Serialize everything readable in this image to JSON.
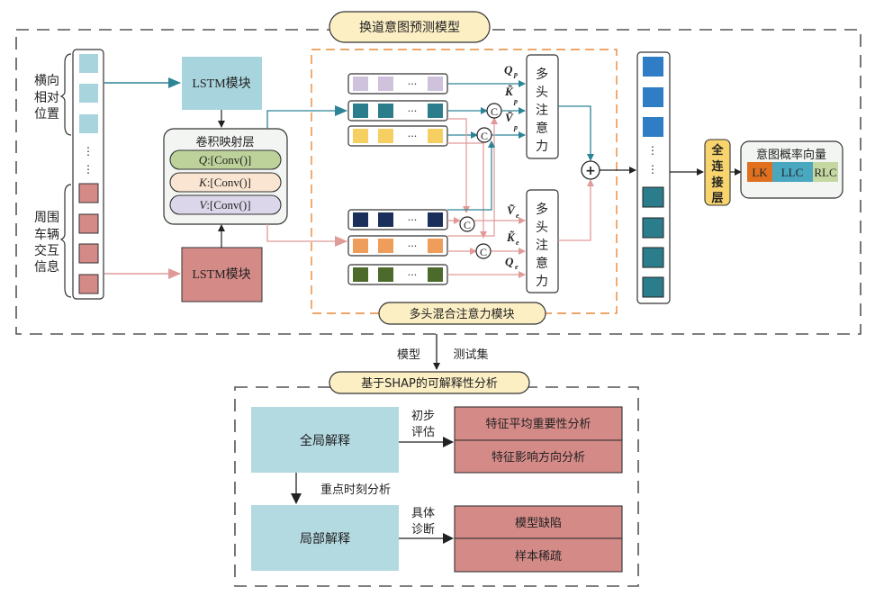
{
  "title_top": "换道意图预测模型",
  "left_inputs": {
    "group1_label": [
      "横向",
      "相对",
      "位置"
    ],
    "group2_label": [
      "周围",
      "车辆",
      "交互",
      "信息"
    ],
    "group1_color": "#a8d4de",
    "group2_color": "#d48a87"
  },
  "lstm_top": {
    "label": "LSTM模块",
    "color": "#a8d4de"
  },
  "lstm_bottom": {
    "label": "LSTM模块",
    "color": "#d48a87"
  },
  "conv_layer": {
    "title": "卷积映射层",
    "items": [
      {
        "var": "Q",
        "label": ":[Conv()]",
        "color": "#bdd29a"
      },
      {
        "var": "K",
        "label": ":[Conv()]",
        "color": "#fae5d2"
      },
      {
        "var": "V",
        "label": ":[Conv()]",
        "color": "#dcd6ea"
      }
    ]
  },
  "mixed_attention": {
    "title": "多头混合注意力模块",
    "top_rows": [
      {
        "name": "Q-p",
        "color": "#cec2dc",
        "ellipsis": "···"
      },
      {
        "name": "K-p",
        "color": "#2c7d8c",
        "ellipsis": "···"
      },
      {
        "name": "V-p",
        "color": "#f5cf62",
        "ellipsis": "···"
      }
    ],
    "bottom_rows": [
      {
        "name": "V-e",
        "color": "#1a2f5a",
        "ellipsis": "···"
      },
      {
        "name": "K-e",
        "color": "#ee9d5b",
        "ellipsis": "···"
      },
      {
        "name": "Q-e",
        "color": "#4c6a2c",
        "ellipsis": "···"
      }
    ],
    "labels_top": [
      "Q",
      "K̃",
      "Ṽ"
    ],
    "labels_top_sub": [
      "p",
      "p",
      "p"
    ],
    "labels_bottom": [
      "Ṽ",
      "K̃",
      "Q"
    ],
    "labels_bottom_sub": [
      "e",
      "e",
      "e"
    ],
    "concat_symbol": "C",
    "attention_head_label": [
      "多",
      "头",
      "注",
      "意",
      "力"
    ],
    "add_symbol": "+"
  },
  "output_column": {
    "top_color": "#2f7dc4",
    "bottom_color": "#2c7d8c"
  },
  "fc_layer": {
    "label": [
      "全",
      "连",
      "接",
      "层"
    ],
    "color": "#f7d46e"
  },
  "prob_vector": {
    "title": "意图概率向量",
    "segments": [
      {
        "label": "LK",
        "color": "#e07020"
      },
      {
        "label": "LLC",
        "color": "#4aa7c0"
      },
      {
        "label": "RLC",
        "color": "#c5d8a2"
      }
    ]
  },
  "flow_labels": {
    "model": "模型",
    "testset": "测试集"
  },
  "title_bottom": "基于SHAP的可解释性分析",
  "shap": {
    "global": "全局解释",
    "local": "局部解释",
    "arrow1": [
      "初步",
      "评估"
    ],
    "arrow2": [
      "具体",
      "诊断"
    ],
    "down_label": "重点时刻分析",
    "global_results": [
      "特征平均重要性分析",
      "特征影响方向分析"
    ],
    "local_results": [
      "模型缺陷",
      "样本稀疏"
    ],
    "box_color": "#b3d9e1",
    "result_color": "#d48a87"
  }
}
